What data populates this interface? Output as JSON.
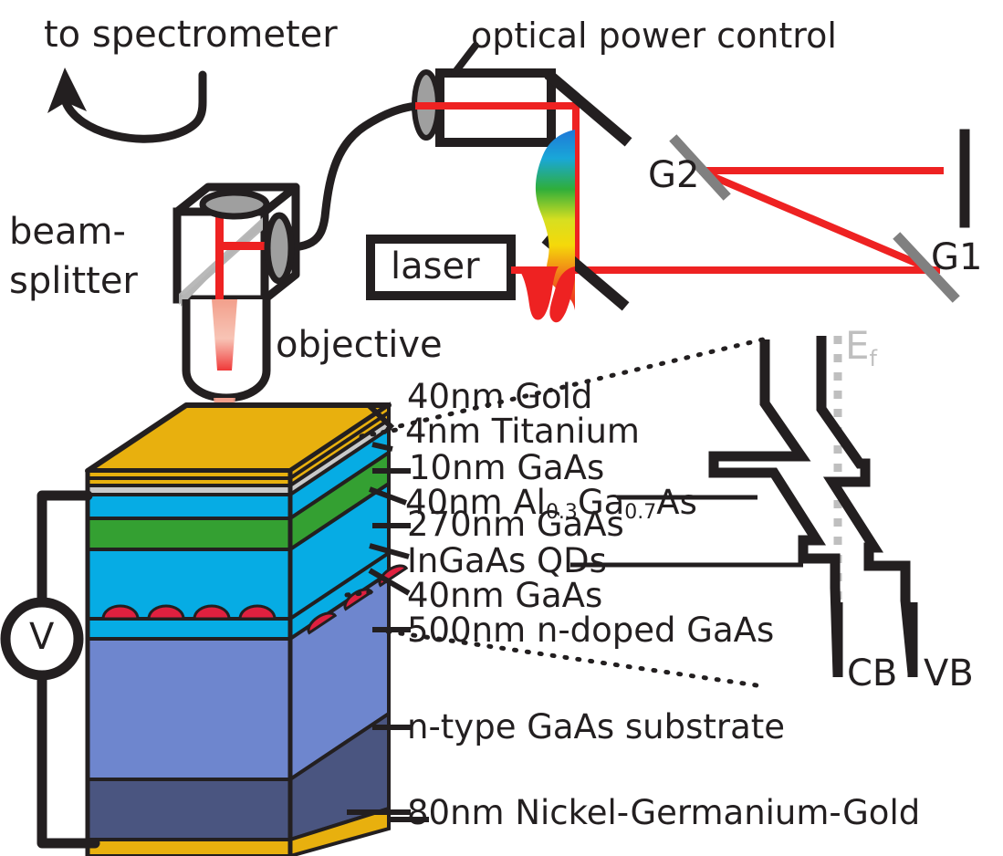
{
  "figure": {
    "title": "Micro-photoluminescence setup with pulse shaper and diode sample band structure",
    "colors": {
      "ink": "#231f20",
      "laser_red": "#ee2222",
      "gold": "#e8b00e",
      "titanium": "#c9c9c9",
      "gaas_blue": "#06ace4",
      "algaas_green": "#34a032",
      "ndoped_gaas": "#6e86ce",
      "substrate": "#4a5580",
      "qd_red": "#e0203f",
      "grating_gray": "#808080",
      "fermi_gray": "#bfbfbf",
      "beam_pink": "#f5a28e"
    }
  },
  "optics": {
    "spectrometer_label": "to spectrometer",
    "beamsplitter_label": "beam-\nsplitter",
    "beamsplitter_label_line1": "beam-",
    "beamsplitter_label_line2": "splitter",
    "objective_label": "objective",
    "power_control_label": "optical power control",
    "laser_label": "laser",
    "grating1_label": "G1",
    "grating2_label": "G2"
  },
  "sample": {
    "layers": [
      {
        "id": "gold",
        "label": "40nm Gold",
        "color": "#e8b00e"
      },
      {
        "id": "titanium",
        "label": "4nm Titanium",
        "color": "#c9c9c9"
      },
      {
        "id": "gaas10",
        "label": "10nm GaAs",
        "color": "#06ace4"
      },
      {
        "id": "algaas",
        "label": "40nm Al0.3Ga0.7As",
        "color": "#34a032"
      },
      {
        "id": "gaas270",
        "label": "270nm GaAs",
        "color": "#06ace4"
      },
      {
        "id": "qds",
        "label": "InGaAs QDs",
        "color": "#e0203f"
      },
      {
        "id": "gaas40",
        "label": "40nm GaAs",
        "color": "#06ace4"
      },
      {
        "id": "ndoped",
        "label": "500nm n-doped GaAs",
        "color": "#6e86ce"
      },
      {
        "id": "substrate",
        "label": "n-type GaAs substrate",
        "color": "#4a5580"
      },
      {
        "id": "backcontact",
        "label": "80nm Nickel-Germanium-Gold",
        "color": "#e8b00e"
      }
    ],
    "algaas_rich": {
      "pre": "40nm Al",
      "sub1": "0.3",
      "mid": "Ga",
      "sub2": "0.7",
      "post": "As"
    },
    "voltage_source_label": "V"
  },
  "band_diagram": {
    "conduction_band_label": "CB",
    "valence_band_label": "VB",
    "fermi_label": "E",
    "fermi_sub": "f"
  }
}
